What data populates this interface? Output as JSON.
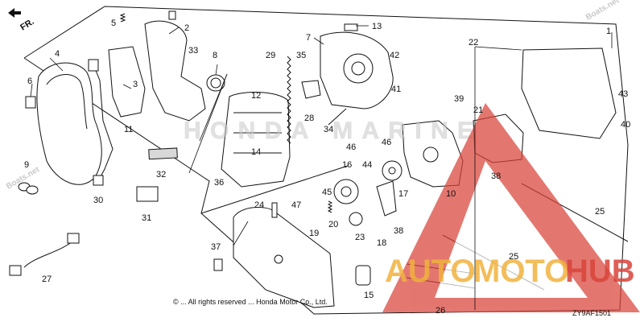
{
  "diagram": {
    "direction_label": "FR.",
    "drawing_code": "ZY9AF1501",
    "copyright_line": "© ... All rights reserved ... Honda Motor Co., Ltd.",
    "part_numbers": [
      "1",
      "2",
      "3",
      "4",
      "5",
      "6",
      "7",
      "8",
      "9",
      "10",
      "11",
      "12",
      "13",
      "14",
      "15",
      "16",
      "17",
      "18",
      "19",
      "20",
      "21",
      "22",
      "23",
      "24",
      "25",
      "25",
      "26",
      "27",
      "28",
      "29",
      "30",
      "31",
      "32",
      "33",
      "34",
      "35",
      "36",
      "37",
      "38",
      "38",
      "39",
      "40",
      "41",
      "42",
      "43",
      "44",
      "45",
      "46",
      "46",
      "47"
    ]
  },
  "watermark": {
    "brand_auto": "AUTO",
    "brand_moto": "MOTO",
    "brand_hub": "HUB",
    "boats_net": "Boats.net",
    "honda_marine": "HONDA MARINE",
    "colors": {
      "red": "#d9443a",
      "gold": "#f1b23e",
      "grey": "#c9c9c9"
    }
  }
}
